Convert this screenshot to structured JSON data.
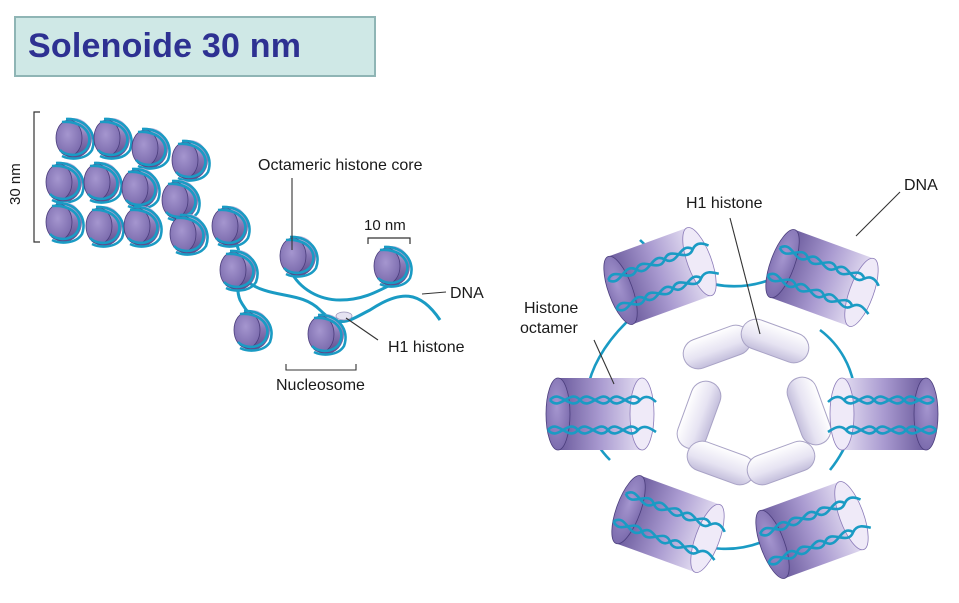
{
  "title": "Solenoide 30 nm",
  "labels": {
    "scale_30nm": "30 nm",
    "octameric_core": "Octameric histone core",
    "ten_nm": "10 nm",
    "dna_left": "DNA",
    "h1_left": "H1 histone",
    "nucleosome": "Nucleosome",
    "h1_right": "H1 histone",
    "dna_right": "DNA",
    "histone_octamer_line1": "Histone",
    "histone_octamer_line2": "octamer"
  },
  "colors": {
    "title_text": "#2e3192",
    "title_bg": "#cfe8e6",
    "histone": "#8a7ab8",
    "dna": "#1a9bc4",
    "h1": "#e6e3f2"
  }
}
